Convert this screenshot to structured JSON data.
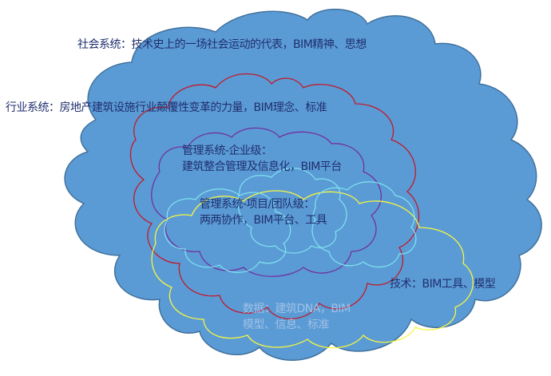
{
  "colors": {
    "background": "#ffffff",
    "outer_cloud_fill": "#5b9bd5",
    "outer_cloud_stroke": "#41719c",
    "industry_outline": "#c0192b",
    "enterprise_outline": "#7030a0",
    "project_outline": "#7fe3f0",
    "technology_outline": "#f5f542",
    "text_dark": "#1f2f6e",
    "text_light": "#a8c8ea"
  },
  "layers": [
    {
      "id": "society",
      "lines": [
        "社会系统：技术史上的一场社会运动的代表，BIM精神、思想"
      ]
    },
    {
      "id": "industry",
      "lines": [
        "行业系统：房地产建筑设施行业颠覆性变革的力量，BIM理念、标准"
      ]
    },
    {
      "id": "enterprise",
      "lines": [
        "管理系统-企业级：",
        "建筑整合管理及信息化，BIM平台"
      ]
    },
    {
      "id": "project",
      "lines": [
        "管理系统-项目/团队级：",
        "两两协作，BIM平台、工具"
      ]
    },
    {
      "id": "technology",
      "lines": [
        "技术：BIM工具、模型"
      ]
    },
    {
      "id": "data",
      "lines": [
        "数据：建筑DNA，BIM",
        "模型、信息、标准"
      ]
    }
  ]
}
